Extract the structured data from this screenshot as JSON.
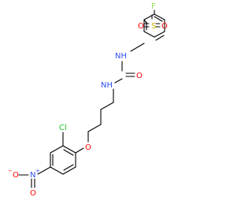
{
  "molecule": {
    "atoms": [
      {
        "id": "F",
        "label": "F",
        "color": "#90e050"
      },
      {
        "id": "S",
        "label": "S",
        "color": "#c8b400"
      },
      {
        "id": "O1",
        "label": "O",
        "color": "#ff0000"
      },
      {
        "id": "O2",
        "label": "O",
        "color": "#ff0000"
      },
      {
        "id": "NH1",
        "label": "NH",
        "color": "#3050f8"
      },
      {
        "id": "NH2",
        "label": "NH",
        "color": "#3050f8"
      },
      {
        "id": "O3",
        "label": "O",
        "color": "#ff0000"
      },
      {
        "id": "O4",
        "label": "O",
        "color": "#ff0000"
      },
      {
        "id": "Cl",
        "label": "Cl",
        "color": "#1fc41f"
      },
      {
        "id": "N",
        "label": "N",
        "charge": "+",
        "color": "#3050f8"
      },
      {
        "id": "O5",
        "label": "O",
        "color": "#ff0000"
      },
      {
        "id": "O6",
        "label": "O",
        "charge": "−",
        "color": "#ff0000"
      }
    ],
    "bond_color": "#000000"
  }
}
